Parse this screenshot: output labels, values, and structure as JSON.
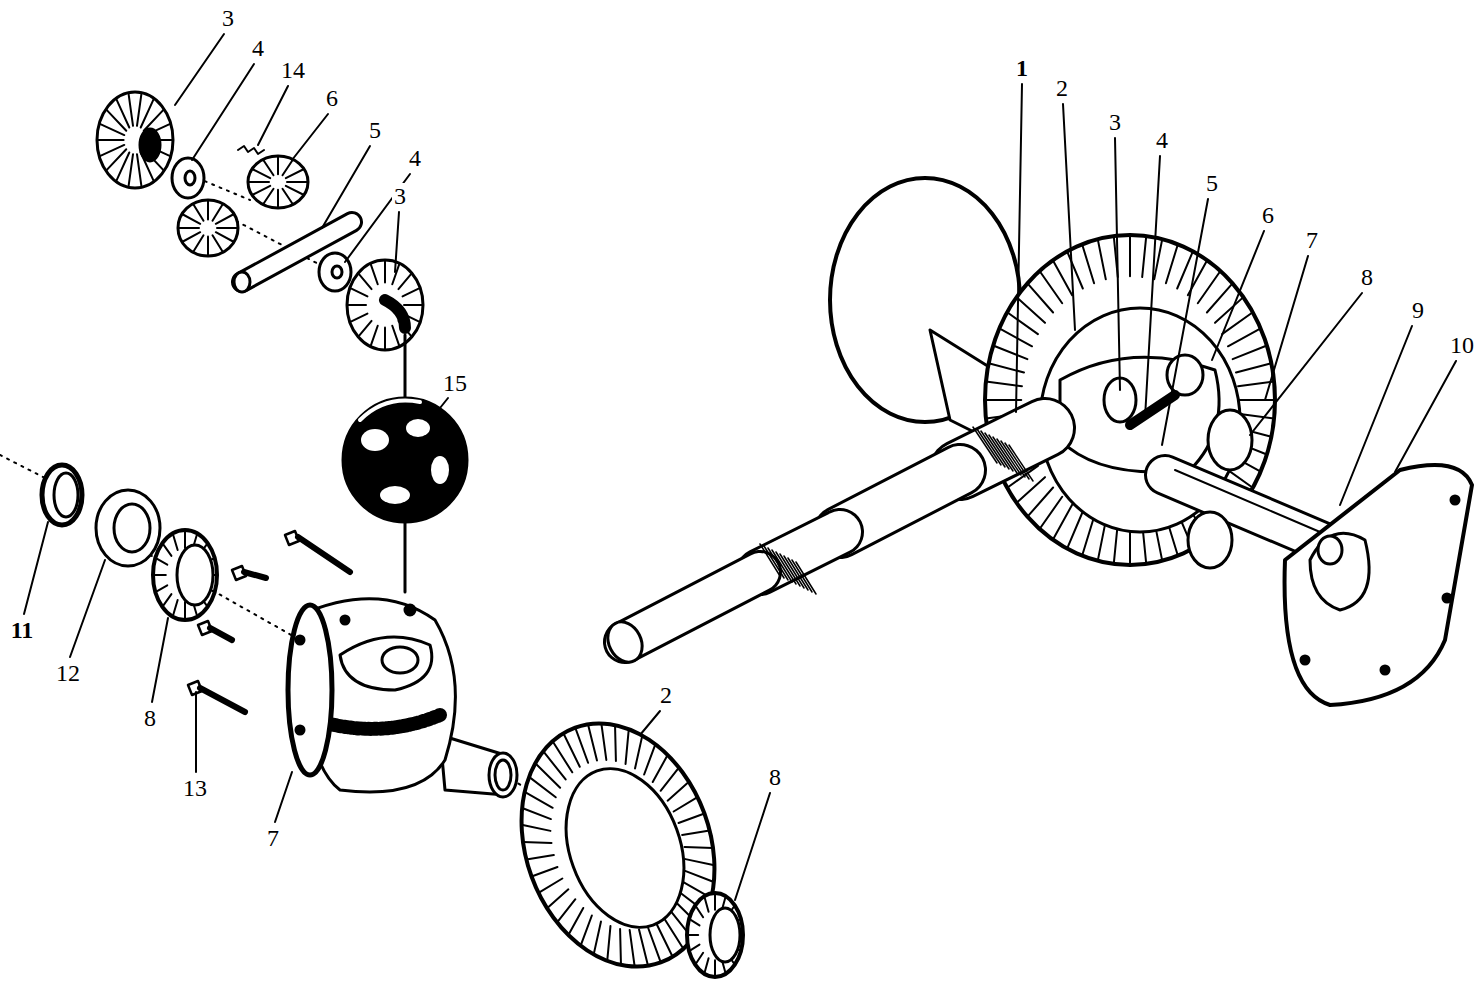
{
  "diagram": {
    "labels": [
      "3",
      "4",
      "14",
      "6",
      "5",
      "4",
      "3",
      "15",
      "11",
      "12",
      "8",
      "13",
      "7",
      "2",
      "8",
      "1",
      "2",
      "3",
      "4",
      "5",
      "6",
      "7",
      "8",
      "9",
      "10"
    ]
  }
}
